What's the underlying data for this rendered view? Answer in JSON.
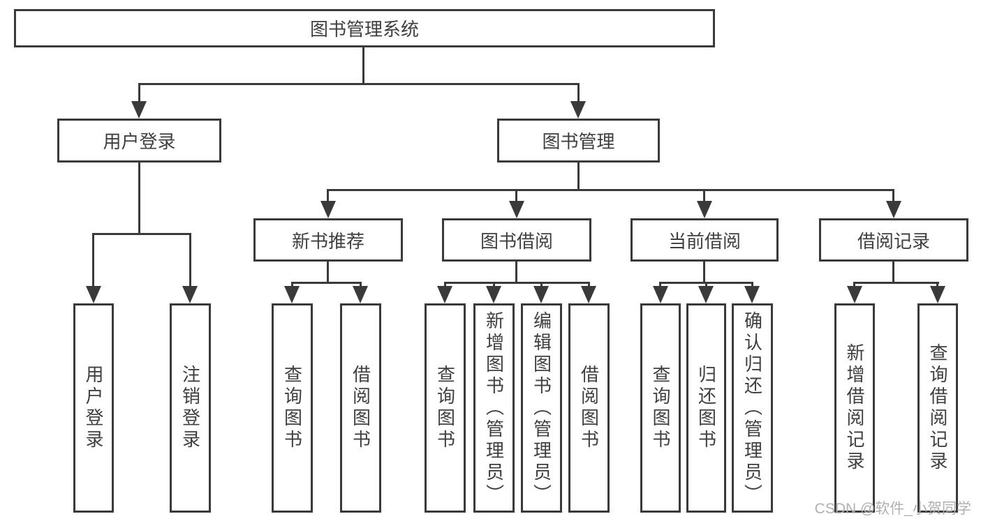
{
  "diagram": {
    "root": {
      "label": "图书管理系统"
    },
    "branches": [
      {
        "label": "用户登录",
        "children": [
          {
            "label": "用户登录"
          },
          {
            "label": "注销登录"
          }
        ]
      },
      {
        "label": "图书管理",
        "children": [
          {
            "label": "新书推荐",
            "children": [
              {
                "label": "查询图书"
              },
              {
                "label": "借阅图书"
              }
            ]
          },
          {
            "label": "图书借阅",
            "children": [
              {
                "label": "查询图书"
              },
              {
                "label": "新增图书（管理员）"
              },
              {
                "label": "编辑图书（管理员）"
              },
              {
                "label": "借阅图书"
              }
            ]
          },
          {
            "label": "当前借阅",
            "children": [
              {
                "label": "查询图书"
              },
              {
                "label": "归还图书"
              },
              {
                "label": "确认归还（管理员）"
              }
            ]
          },
          {
            "label": "借阅记录",
            "children": [
              {
                "label": "新增借阅记录"
              },
              {
                "label": "查询借阅记录"
              }
            ]
          }
        ]
      }
    ],
    "watermark": {
      "text": "CSDN @软件_小贺同学"
    },
    "colors": {
      "line": "#3a3a3a",
      "box_border": "#3a3a3a",
      "text": "#3f3f3f",
      "watermark": "#b0b0b0",
      "background": "#ffffff"
    }
  }
}
